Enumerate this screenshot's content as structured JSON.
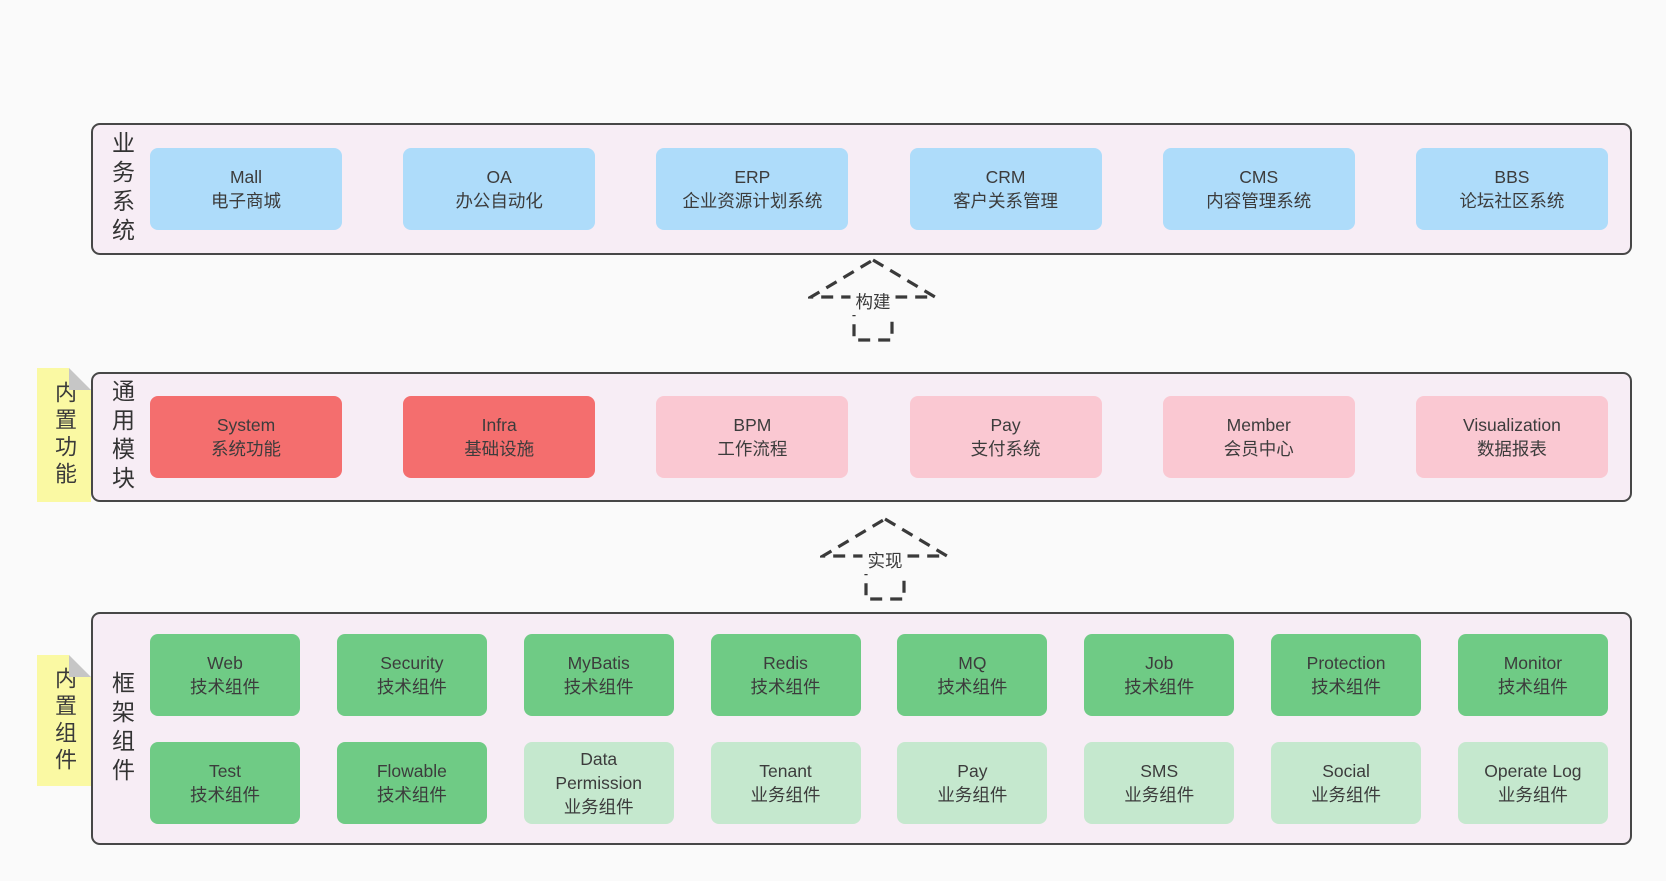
{
  "diagram": {
    "layers": [
      {
        "id": "business-systems",
        "label": "业务系统",
        "boxes": [
          {
            "name": "Mall",
            "desc": "电子商城",
            "variant": "blue"
          },
          {
            "name": "OA",
            "desc": "办公自动化",
            "variant": "blue"
          },
          {
            "name": "ERP",
            "desc": "企业资源计划系统",
            "variant": "blue"
          },
          {
            "name": "CRM",
            "desc": "客户关系管理",
            "variant": "blue"
          },
          {
            "name": "CMS",
            "desc": "内容管理系统",
            "variant": "blue"
          },
          {
            "name": "BBS",
            "desc": "论坛社区系统",
            "variant": "blue"
          }
        ]
      },
      {
        "id": "common-modules",
        "label": "通用模块",
        "note": "内置功能",
        "boxes": [
          {
            "name": "System",
            "desc": "系统功能",
            "variant": "red"
          },
          {
            "name": "Infra",
            "desc": "基础设施",
            "variant": "red"
          },
          {
            "name": "BPM",
            "desc": "工作流程",
            "variant": "pink"
          },
          {
            "name": "Pay",
            "desc": "支付系统",
            "variant": "pink"
          },
          {
            "name": "Member",
            "desc": "会员中心",
            "variant": "pink"
          },
          {
            "name": "Visualization",
            "desc": "数据报表",
            "variant": "pink"
          }
        ]
      },
      {
        "id": "framework-components",
        "label": "框架组件",
        "note": "内置组件",
        "rows": [
          [
            {
              "name": "Web",
              "desc": "技术组件",
              "variant": "green"
            },
            {
              "name": "Security",
              "desc": "技术组件",
              "variant": "green"
            },
            {
              "name": "MyBatis",
              "desc": "技术组件",
              "variant": "green"
            },
            {
              "name": "Redis",
              "desc": "技术组件",
              "variant": "green"
            },
            {
              "name": "MQ",
              "desc": "技术组件",
              "variant": "green"
            },
            {
              "name": "Job",
              "desc": "技术组件",
              "variant": "green"
            },
            {
              "name": "Protection",
              "desc": "技术组件",
              "variant": "green"
            },
            {
              "name": "Monitor",
              "desc": "技术组件",
              "variant": "green"
            }
          ],
          [
            {
              "name": "Test",
              "desc": "技术组件",
              "variant": "green"
            },
            {
              "name": "Flowable",
              "desc": "技术组件",
              "variant": "green"
            },
            {
              "name": "Data Permission",
              "desc": "业务组件",
              "variant": "lightgreen"
            },
            {
              "name": "Tenant",
              "desc": "业务组件",
              "variant": "lightgreen"
            },
            {
              "name": "Pay",
              "desc": "业务组件",
              "variant": "lightgreen"
            },
            {
              "name": "SMS",
              "desc": "业务组件",
              "variant": "lightgreen"
            },
            {
              "name": "Social",
              "desc": "业务组件",
              "variant": "lightgreen"
            },
            {
              "name": "Operate Log",
              "desc": "业务组件",
              "variant": "lightgreen"
            }
          ]
        ]
      }
    ],
    "arrows": [
      {
        "label": "构建"
      },
      {
        "label": "实现"
      }
    ],
    "colors": {
      "page_bg": "#FAFAFA",
      "panel_bg": "#F7EDF5",
      "panel_border": "#474747",
      "blue": "#AEDCFA",
      "red": "#F46E6E",
      "pink": "#FAC8D2",
      "green": "#6FCB85",
      "light_green": "#C5E8CE",
      "note_yellow": "#FAF9A3",
      "note_fold_gray": "#C6C6C6",
      "text": "#3C3C3C"
    }
  }
}
